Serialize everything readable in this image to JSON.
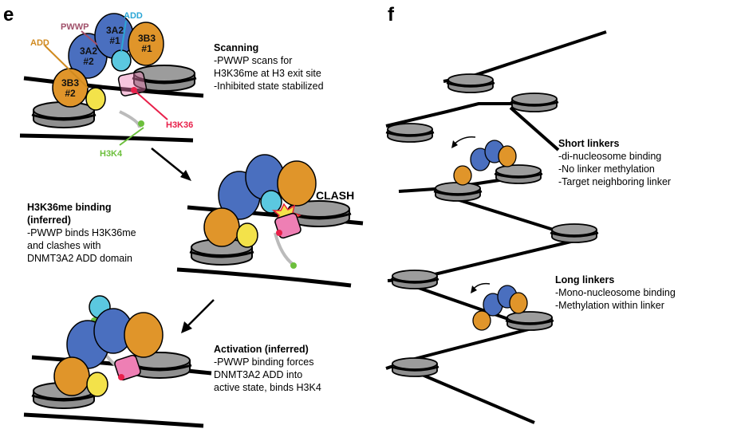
{
  "panel_e": {
    "letter": "e",
    "labels": {
      "pwwp": "PWWP",
      "add_blue": "ADD",
      "add_orange": "ADD",
      "sub_3a2_1": "3A2\n#1",
      "sub_3b3_1": "3B3\n#1",
      "sub_3a2_2": "3A2\n#2",
      "sub_3b3_2": "3B3\n#2",
      "h3k36": "H3K36",
      "h3k4": "H3K4",
      "clash": "CLASH"
    },
    "scanning": {
      "title": "Scanning",
      "lines": [
        "-PWWP scans for",
        "H3K36me at H3 exit site",
        "-Inhibited state stabilized"
      ]
    },
    "binding": {
      "title_lines": [
        "H3K36me binding",
        "(inferred)"
      ],
      "lines": [
        "-PWWP binds H3K36me",
        "and clashes with",
        "DNMT3A2 ADD domain"
      ]
    },
    "activation": {
      "title": "Activation (inferred)",
      "lines": [
        "-PWWP binding forces",
        "DNMT3A2 ADD into",
        "active state, binds H3K4"
      ]
    }
  },
  "panel_f": {
    "letter": "f",
    "short": {
      "title": "Short linkers",
      "lines": [
        "-di-nucleosome binding",
        "-No linker methylation",
        "-Target neighboring linker"
      ]
    },
    "long": {
      "title": "Long linkers",
      "lines": [
        "-Mono-nucleosome binding",
        "-Methylation within linker"
      ]
    }
  },
  "colors": {
    "dnmt3a2": "#4a6fbf",
    "dnmt3b3": "#e0952a",
    "add_domain": "#5bc8e0",
    "yellow_domain": "#f3e24a",
    "pwwp": "#ee7fb4",
    "nucleosome": "#8f8f8f",
    "h3k36_red": "#e8204a",
    "h3k4_green": "#6cbf3c",
    "pwwp_label": "#a0506a",
    "add_label_blue": "#2aa6d6",
    "add_label_orange": "#d08a1f",
    "clash_red": "#e8203a"
  }
}
